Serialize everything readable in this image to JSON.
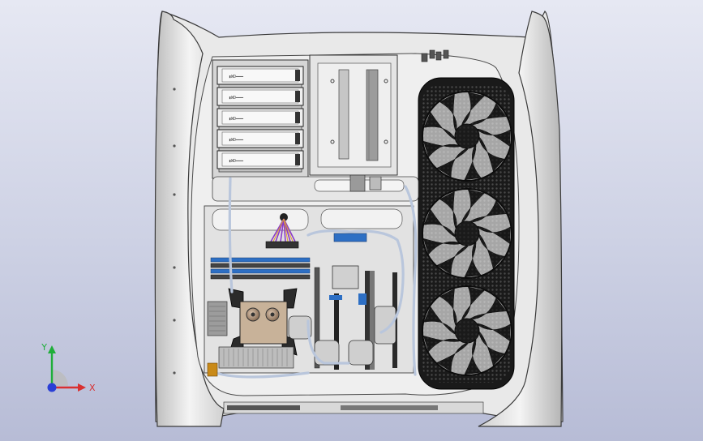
{
  "viewport": {
    "background_top": "#e6e8f3",
    "background_bottom": "#b7bcd6"
  },
  "triad": {
    "y_label": "Y",
    "x_label": "X",
    "y_color": "#1fae3a",
    "x_color": "#d93030",
    "z_color": "#2a3fd6"
  },
  "drive_bays": {
    "count": 5,
    "label": "▮WD━━━"
  },
  "fans": {
    "count": 3
  },
  "colors": {
    "case_body": "#ececec",
    "case_edge": "#3a3a3a",
    "fan_black": "#141414",
    "ram_blue": "#2d6fc4",
    "cable_purple": "#8a3cc8",
    "tube": "#c9d4e6"
  }
}
